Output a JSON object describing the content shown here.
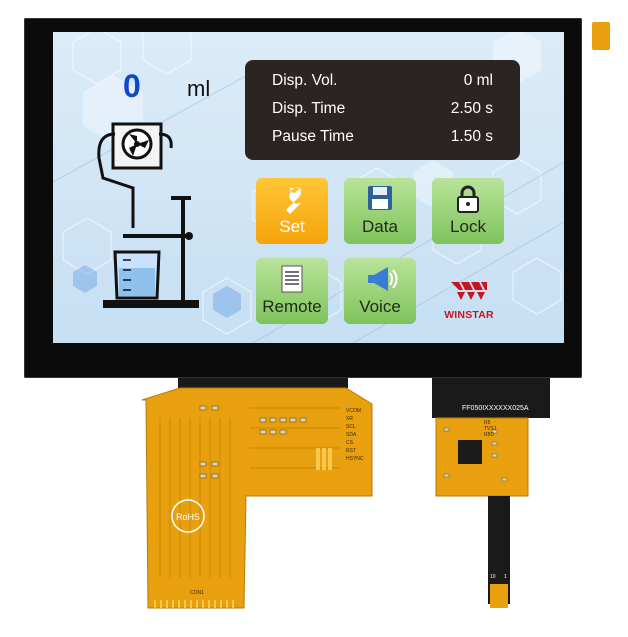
{
  "display": {
    "volume_value": "0",
    "volume_unit": "ml",
    "info_rows": [
      {
        "label": "Disp. Vol.",
        "value": "0 ml"
      },
      {
        "label": "Disp. Time",
        "value": "2.50 s"
      },
      {
        "label": "Pause Time",
        "value": "1.50 s"
      }
    ],
    "buttons": [
      {
        "label": "Set",
        "icon": "wrench-icon",
        "color": "#f5a40a"
      },
      {
        "label": "Data",
        "icon": "floppy-disk-icon",
        "color": "#7fc35b"
      },
      {
        "label": "Lock",
        "icon": "padlock-icon",
        "color": "#7fc35b"
      },
      {
        "label": "Remote",
        "icon": "document-icon",
        "color": "#7fc35b"
      },
      {
        "label": "Voice",
        "icon": "megaphone-icon",
        "color": "#7fc35b"
      }
    ],
    "brand": "WINSTAR"
  },
  "hardware": {
    "rohs_mark": "RoHS",
    "fpc_part_number": "FF050IXXXXXX025A",
    "fpc_connector_labels": [
      "VCOM",
      "XR",
      "SCL",
      "SDA",
      "CS",
      "RST",
      "HSYNC"
    ],
    "fpc_small_labels": [
      "R5",
      "TVS1",
      "R5D"
    ],
    "connector_label": "CON1",
    "tail_pin_numbers": [
      "10",
      "1"
    ]
  },
  "colors": {
    "accent_blue": "#0d49c9",
    "panel_dark": "#2b2422",
    "button_orange": "#f5a40a",
    "button_green": "#7fc35b",
    "brand_red": "#c8141e",
    "flex_orange": "#e8a00e"
  }
}
